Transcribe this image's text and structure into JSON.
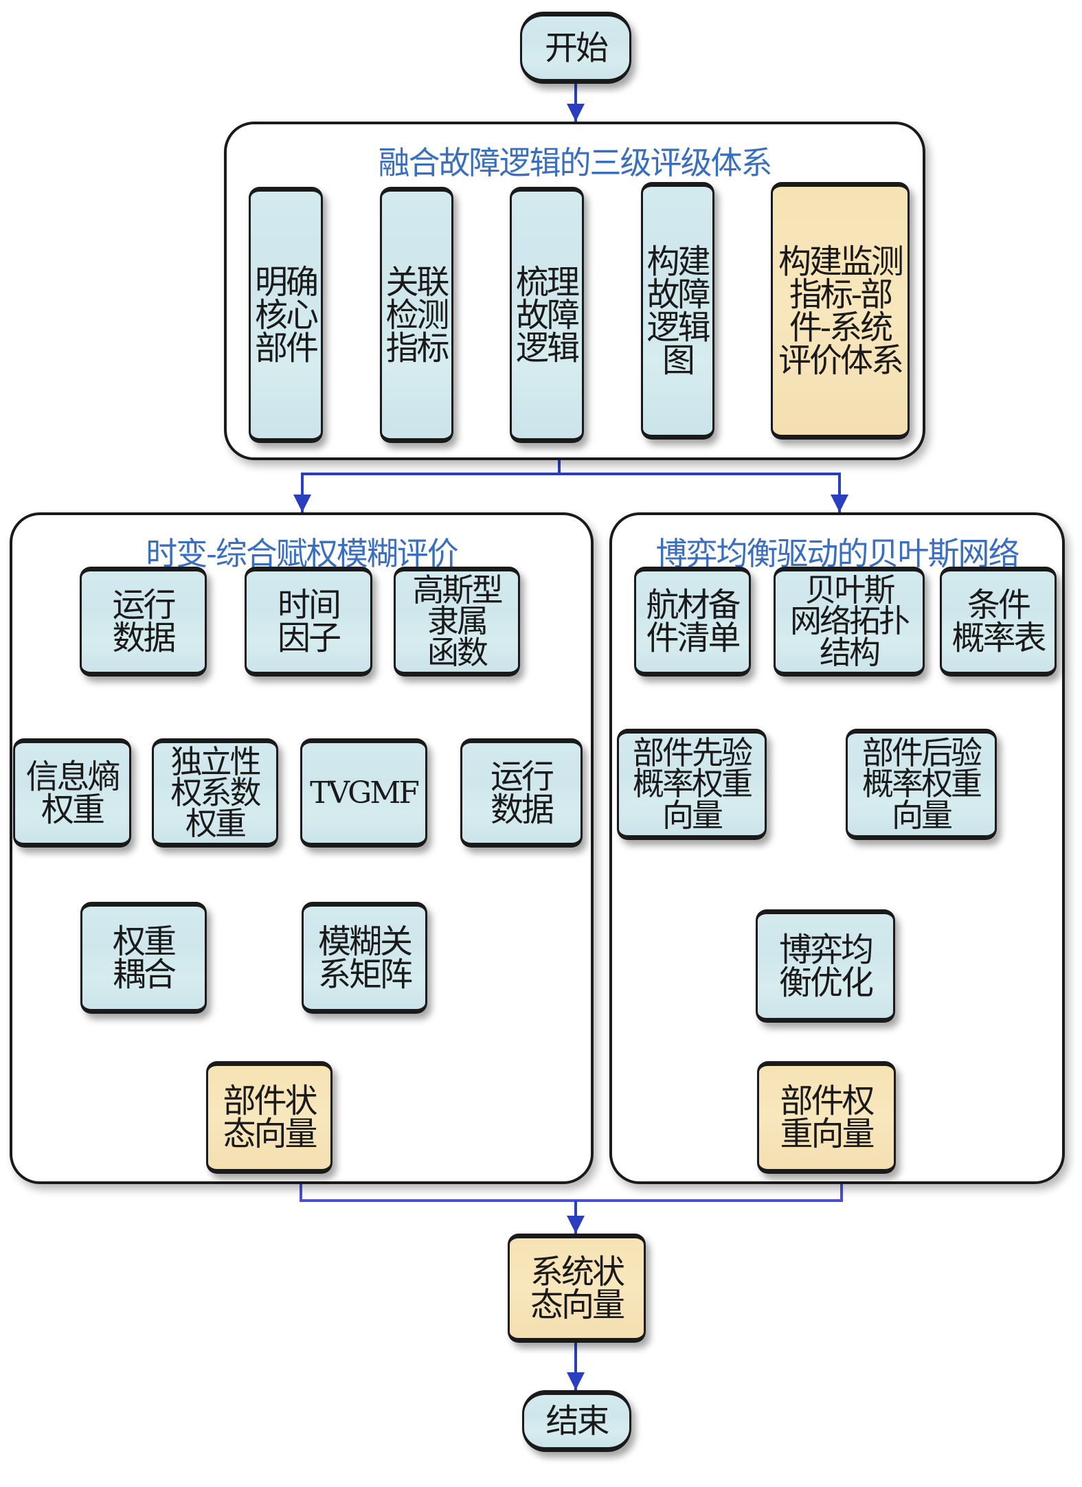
{
  "diagram": {
    "start": "开始",
    "end": "结束",
    "system_state": "系统状\n态向量",
    "top_panel": {
      "title": "融合故障逻辑的三级评级体系",
      "steps": [
        "明确\n核心\n部件",
        "关联\n检测\n指标",
        "梳理\n故障\n逻辑",
        "构建\n故障\n逻辑\n图",
        "构建监测\n指标-部\n件-系统\n评价体系"
      ]
    },
    "left_panel": {
      "title": "时变-综合赋权模糊评价",
      "nodes": {
        "run_data": "运行\n数据",
        "time_factor": "时间\n因子",
        "gaussian_mf": "高斯型\n隶属\n函数",
        "entropy_weight": "信息熵\n权重",
        "independence_weight": "独立性\n权系数\n权重",
        "tvgmf": "TVGMF",
        "run_data_2": "运行\n数据",
        "weight_coupling": "权重\n耦合",
        "fuzzy_matrix": "模糊关\n系矩阵",
        "component_state": "部件状\n态向量"
      }
    },
    "right_panel": {
      "title": "博弈均衡驱动的贝叶斯网络",
      "nodes": {
        "spare_parts": "航材备\n件清单",
        "bn_topology": "贝叶斯\n网络拓扑\n结构",
        "cpt": "条件\n概率表",
        "prior": "部件先验\n概率权重\n向量",
        "posterior": "部件后验\n概率权重\n向量",
        "game_opt": "博弈均\n衡优化",
        "component_weight": "部件权\n重向量"
      }
    },
    "colors": {
      "node_fill": "#cfe7ec",
      "result_fill": "#f6e3b4",
      "title_blue": "#3a6fc0",
      "main_flow_arrow": "#2a3fbf",
      "inner_arrow": "#111111"
    }
  }
}
